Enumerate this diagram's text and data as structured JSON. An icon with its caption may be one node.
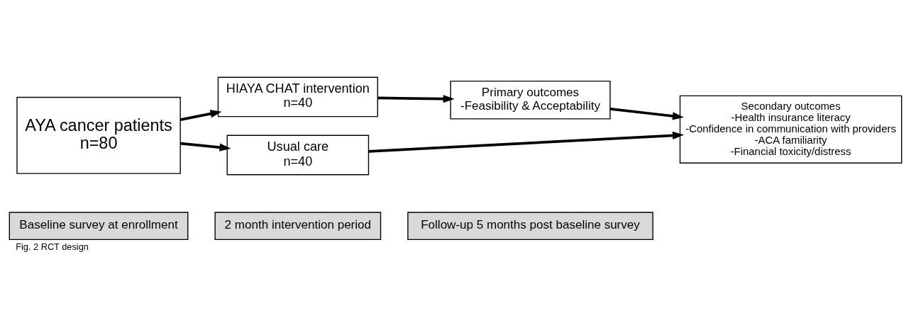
{
  "diagram": {
    "caption": "Fig. 2 RCT design",
    "nodes": [
      {
        "text": [
          "Baseline survey at enrollment"
        ]
      },
      {
        "text": [
          "2 month intervention period"
        ]
      },
      {
        "text": [
          "Follow-up 5 months post baseline survey"
        ]
      },
      {
        "text": [
          "AYA cancer patients",
          "n=80"
        ]
      },
      {
        "text": [
          "HIAYA CHAT intervention",
          "n=40"
        ]
      },
      {
        "text": [
          "Primary outcomes",
          "-Feasibility & Acceptability"
        ]
      },
      {
        "text": [
          "Secondary outcomes",
          "-Health insurance literacy",
          "-Confidence in communication with providers",
          "-ACA familiarity",
          "-Financial toxicity/distress"
        ]
      },
      {
        "text": [
          "Usual care",
          "n=40"
        ]
      }
    ],
    "edges": [
      {
        "from": 3,
        "to": 4,
        "arrow": "to"
      },
      {
        "from": 3,
        "to": 7,
        "arrow": "to"
      },
      {
        "from": 4,
        "to": 5,
        "arrow": "to"
      },
      {
        "from": 5,
        "to": 6,
        "arrow": "to"
      },
      {
        "from": 7,
        "to": 6,
        "arrow": "to"
      }
    ]
  }
}
